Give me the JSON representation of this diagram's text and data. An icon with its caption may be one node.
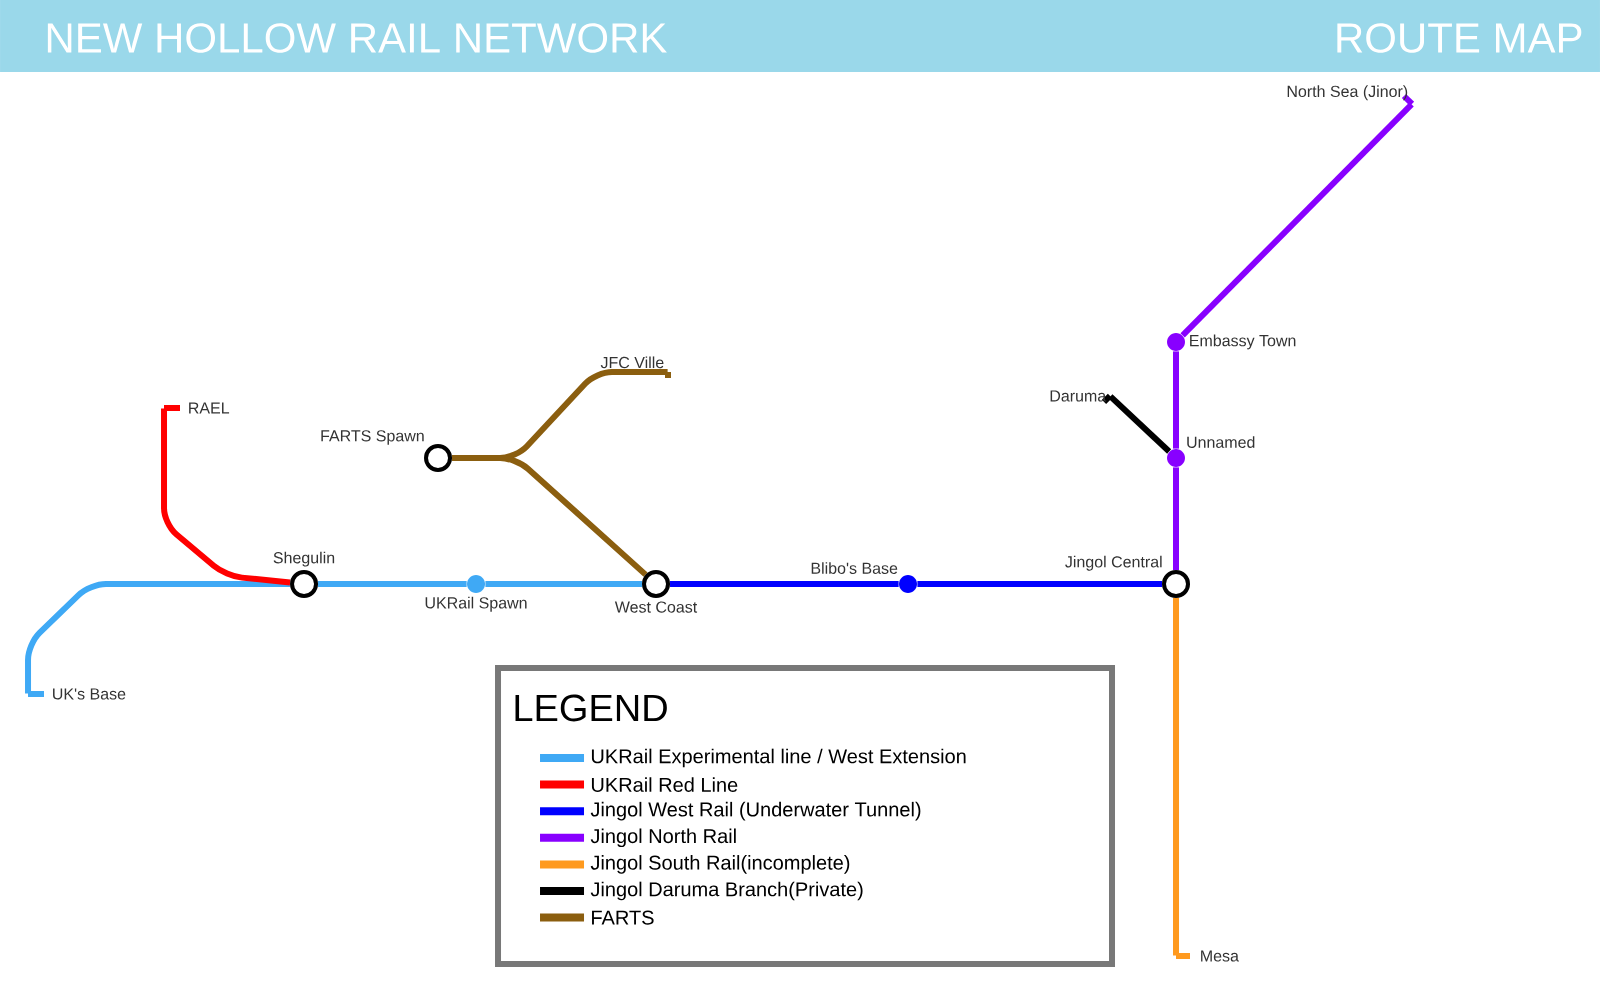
{
  "diagram": {
    "title": "NEW HOLLOW   RAIL   NETWORK",
    "nodes": [
      {
        "text": [
          "RAEL"
        ]
      },
      {
        "text": [
          "Shegulin"
        ]
      },
      {
        "text": [
          "UK's Base"
        ]
      },
      {
        "text": [
          "UKRail Spawn"
        ]
      },
      {
        "text": [
          "West Coast"
        ]
      },
      {
        "text": [
          "FARTS Spawn"
        ]
      },
      {
        "text": [
          "JFC Ville"
        ]
      },
      {
        "text": [
          "Blibo's Base"
        ]
      },
      {
        "text": [
          "Jingol Central"
        ]
      },
      {
        "text": [
          "Unnamed"
        ]
      },
      {
        "text": [
          "Embassy Town"
        ]
      },
      {
        "text": [
          "North Sea (Jinor)"
        ]
      },
      {
        "text": [
          "Daruma"
        ]
      },
      {
        "text": [
          "Mesa"
        ]
      }
    ],
    "edges": [
      {
        "from": 2,
        "to": 1,
        "arrow": "none",
        "color": "#3fa9f5"
      },
      {
        "from": 1,
        "to": 3,
        "arrow": "none",
        "color": "#3fa9f5"
      },
      {
        "from": 3,
        "to": 4,
        "arrow": "none",
        "color": "#3fa9f5"
      },
      {
        "from": 0,
        "to": 1,
        "arrow": "none",
        "color": "#ff0000"
      },
      {
        "from": 4,
        "to": 7,
        "arrow": "none",
        "color": "#0000ff"
      },
      {
        "from": 7,
        "to": 8,
        "arrow": "none",
        "color": "#0000ff"
      },
      {
        "from": 5,
        "to": 6,
        "arrow": "none",
        "color": "#8b5e0f"
      },
      {
        "from": 5,
        "to": 4,
        "arrow": "none",
        "color": "#8b5e0f"
      },
      {
        "from": 8,
        "to": 9,
        "arrow": "none",
        "color": "#8800ff"
      },
      {
        "from": 9,
        "to": 10,
        "arrow": "none",
        "color": "#8800ff"
      },
      {
        "from": 10,
        "to": 11,
        "arrow": "none",
        "color": "#8800ff"
      },
      {
        "from": 12,
        "to": 9,
        "arrow": "none",
        "color": "#000000"
      },
      {
        "from": 8,
        "to": 13,
        "arrow": "none",
        "color": "#ff9a1f"
      }
    ],
    "labels": [
      "ROUTE MAP",
      "LEGEND"
    ],
    "legend": [
      {
        "text": "UKRail Experimental line / West Extension",
        "color": "#3fa9f5"
      },
      {
        "text": "UKRail Red Line",
        "color": "#ff0000"
      },
      {
        "text": "Jingol West Rail (Underwater Tunnel)",
        "color": "#0000ff"
      },
      {
        "text": "Jingol North Rail",
        "color": "#8800ff"
      },
      {
        "text": "Jingol South Rail(incomplete)",
        "color": "#ff9a1f"
      },
      {
        "text": "Jingol Daruma Branch(Private)",
        "color": "#000000"
      },
      {
        "text": "FARTS",
        "color": "#8b5e0f"
      }
    ]
  }
}
